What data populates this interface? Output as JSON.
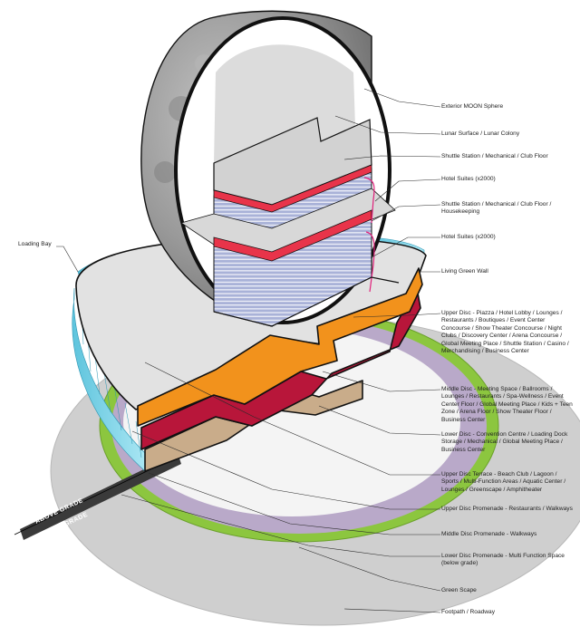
{
  "labels": {
    "exterior_moon_sphere": "Exterior MOON Sphere",
    "lunar_surface": "Lunar Surface / Lunar Colony",
    "shuttle_station_top": "Shuttle Station / Mechanical / Club Floor",
    "hotel_suites_top": "Hotel Suites (x2000)",
    "shuttle_station_mid": "Shuttle Station / Mechanical / Club Floor / Housekeeping",
    "hotel_suites_bottom": "Hotel Suites (x2000)",
    "loading_bay": "Loading Bay",
    "living_green_wall": "Living Green Wall",
    "upper_disc": "Upper Disc - Piazza / Hotel Lobby / Lounges / Restaurants / Boutiques / Event Center Concourse / Show Theater Concourse / Night Clubs / Discovery Center / Arena Concourse / Global Meeting Place / Shuttle Station / Casino / Merchandising / Business Center",
    "middle_disc": "Middle Disc - Meeting Space / Ballrooms / Lounges / Restaurants / Spa-Wellness / Event Center Floor / Global Meeting Place / Kids + Teen Zone / Arena Floor / Show Theater Floor / Business Center",
    "lower_disc": "Lower Disc - Convention Centre / Loading Dock Storage / Mechanical / Global Meeting Place / Business Center",
    "upper_disc_terrace": "Upper Disc Terrace - Beach Club / Lagoon / Sports / Multi-Function Areas / Aquatic Center / Lounges / Greenscape / Amphitheater",
    "upper_disc_promenade": "Upper Disc Promenade - Restaurants / Walkways",
    "middle_disc_promenade": "Middle Disc Promenade - Walkways",
    "lower_disc_promenade": "Lower Disc Promenade - Multi Function Space (below grade)",
    "green_scape": "Green Scape",
    "footpath": "Footpath / Roadway",
    "above_grade": "ABOVE GRADE",
    "below_grade": "BELOW GRADE"
  },
  "colors": {
    "moon": "#9a9a9a",
    "interior": "#dedede",
    "hotel_floors": "#aab4d6",
    "red_band": "#e8344a",
    "magenta_bracket": "#e0207a",
    "upper_disc": "#f2921c",
    "middle_disc": "#b8163a",
    "lower_disc": "#c9ac8a",
    "glass": "#7fd6ea",
    "green_ring": "#8cc63f",
    "lavender_ring": "#b9a9c9",
    "ground": "#cdcdcd"
  }
}
